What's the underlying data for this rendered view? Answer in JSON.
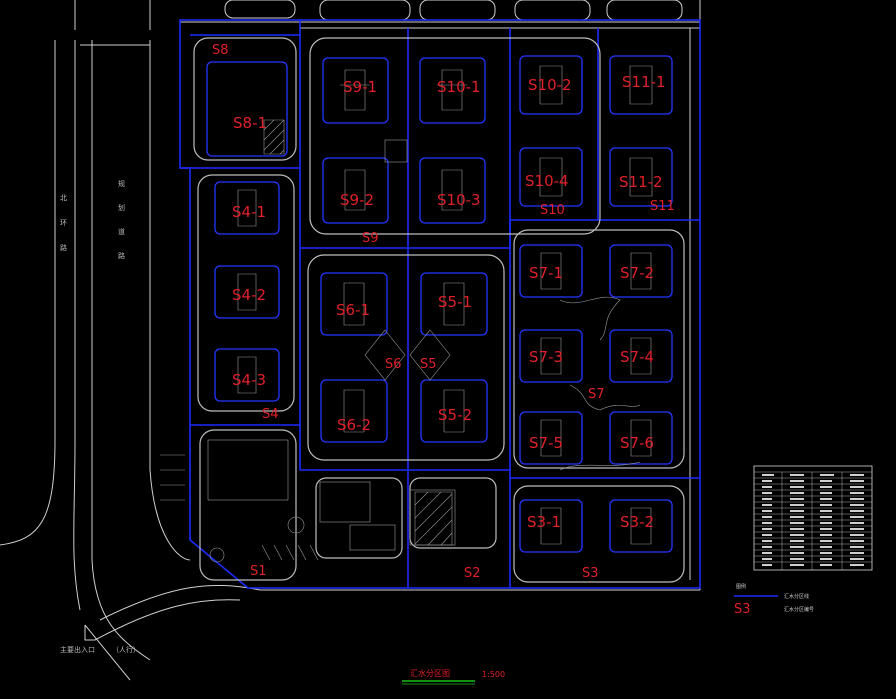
{
  "drawing": {
    "title": "汇水分区图",
    "scale": "1:500",
    "entrance_label": "主要出入口",
    "entrance_note": "（人行）",
    "road_label_left": [
      "北",
      "环",
      "路"
    ],
    "road_label_right": [
      "规",
      "划",
      "道",
      "路"
    ]
  },
  "zones": [
    {
      "id": "S1",
      "label": "S1"
    },
    {
      "id": "S2",
      "label": "S2"
    },
    {
      "id": "S3",
      "label": "S3"
    },
    {
      "id": "S4",
      "label": "S4"
    },
    {
      "id": "S5",
      "label": "S5"
    },
    {
      "id": "S6",
      "label": "S6"
    },
    {
      "id": "S7",
      "label": "S7"
    },
    {
      "id": "S8",
      "label": "S8"
    },
    {
      "id": "S9",
      "label": "S9"
    },
    {
      "id": "S10",
      "label": "S10"
    },
    {
      "id": "S11",
      "label": "S11"
    }
  ],
  "subzones": [
    "S8-1",
    "S9-1",
    "S10-1",
    "S10-2",
    "S11-1",
    "S9-2",
    "S10-3",
    "S10-4",
    "S11-2",
    "S4-1",
    "S4-2",
    "S4-3",
    "S6-1",
    "S5-1",
    "S6-2",
    "S5-2",
    "S7-1",
    "S7-2",
    "S7-3",
    "S7-4",
    "S7-5",
    "S7-6",
    "S3-1",
    "S3-2"
  ],
  "legend": {
    "header": "图例",
    "line_desc": "汇水分区线",
    "sample_label": "S3",
    "sample_desc": "汇水分区编号"
  },
  "colors": {
    "background": "#000000",
    "zone_line": "#1a2cff",
    "zone_label": "#e0202a",
    "building_line": "#2436ff",
    "road_line": "#cfcfcf",
    "scale_line": "#18c018"
  }
}
